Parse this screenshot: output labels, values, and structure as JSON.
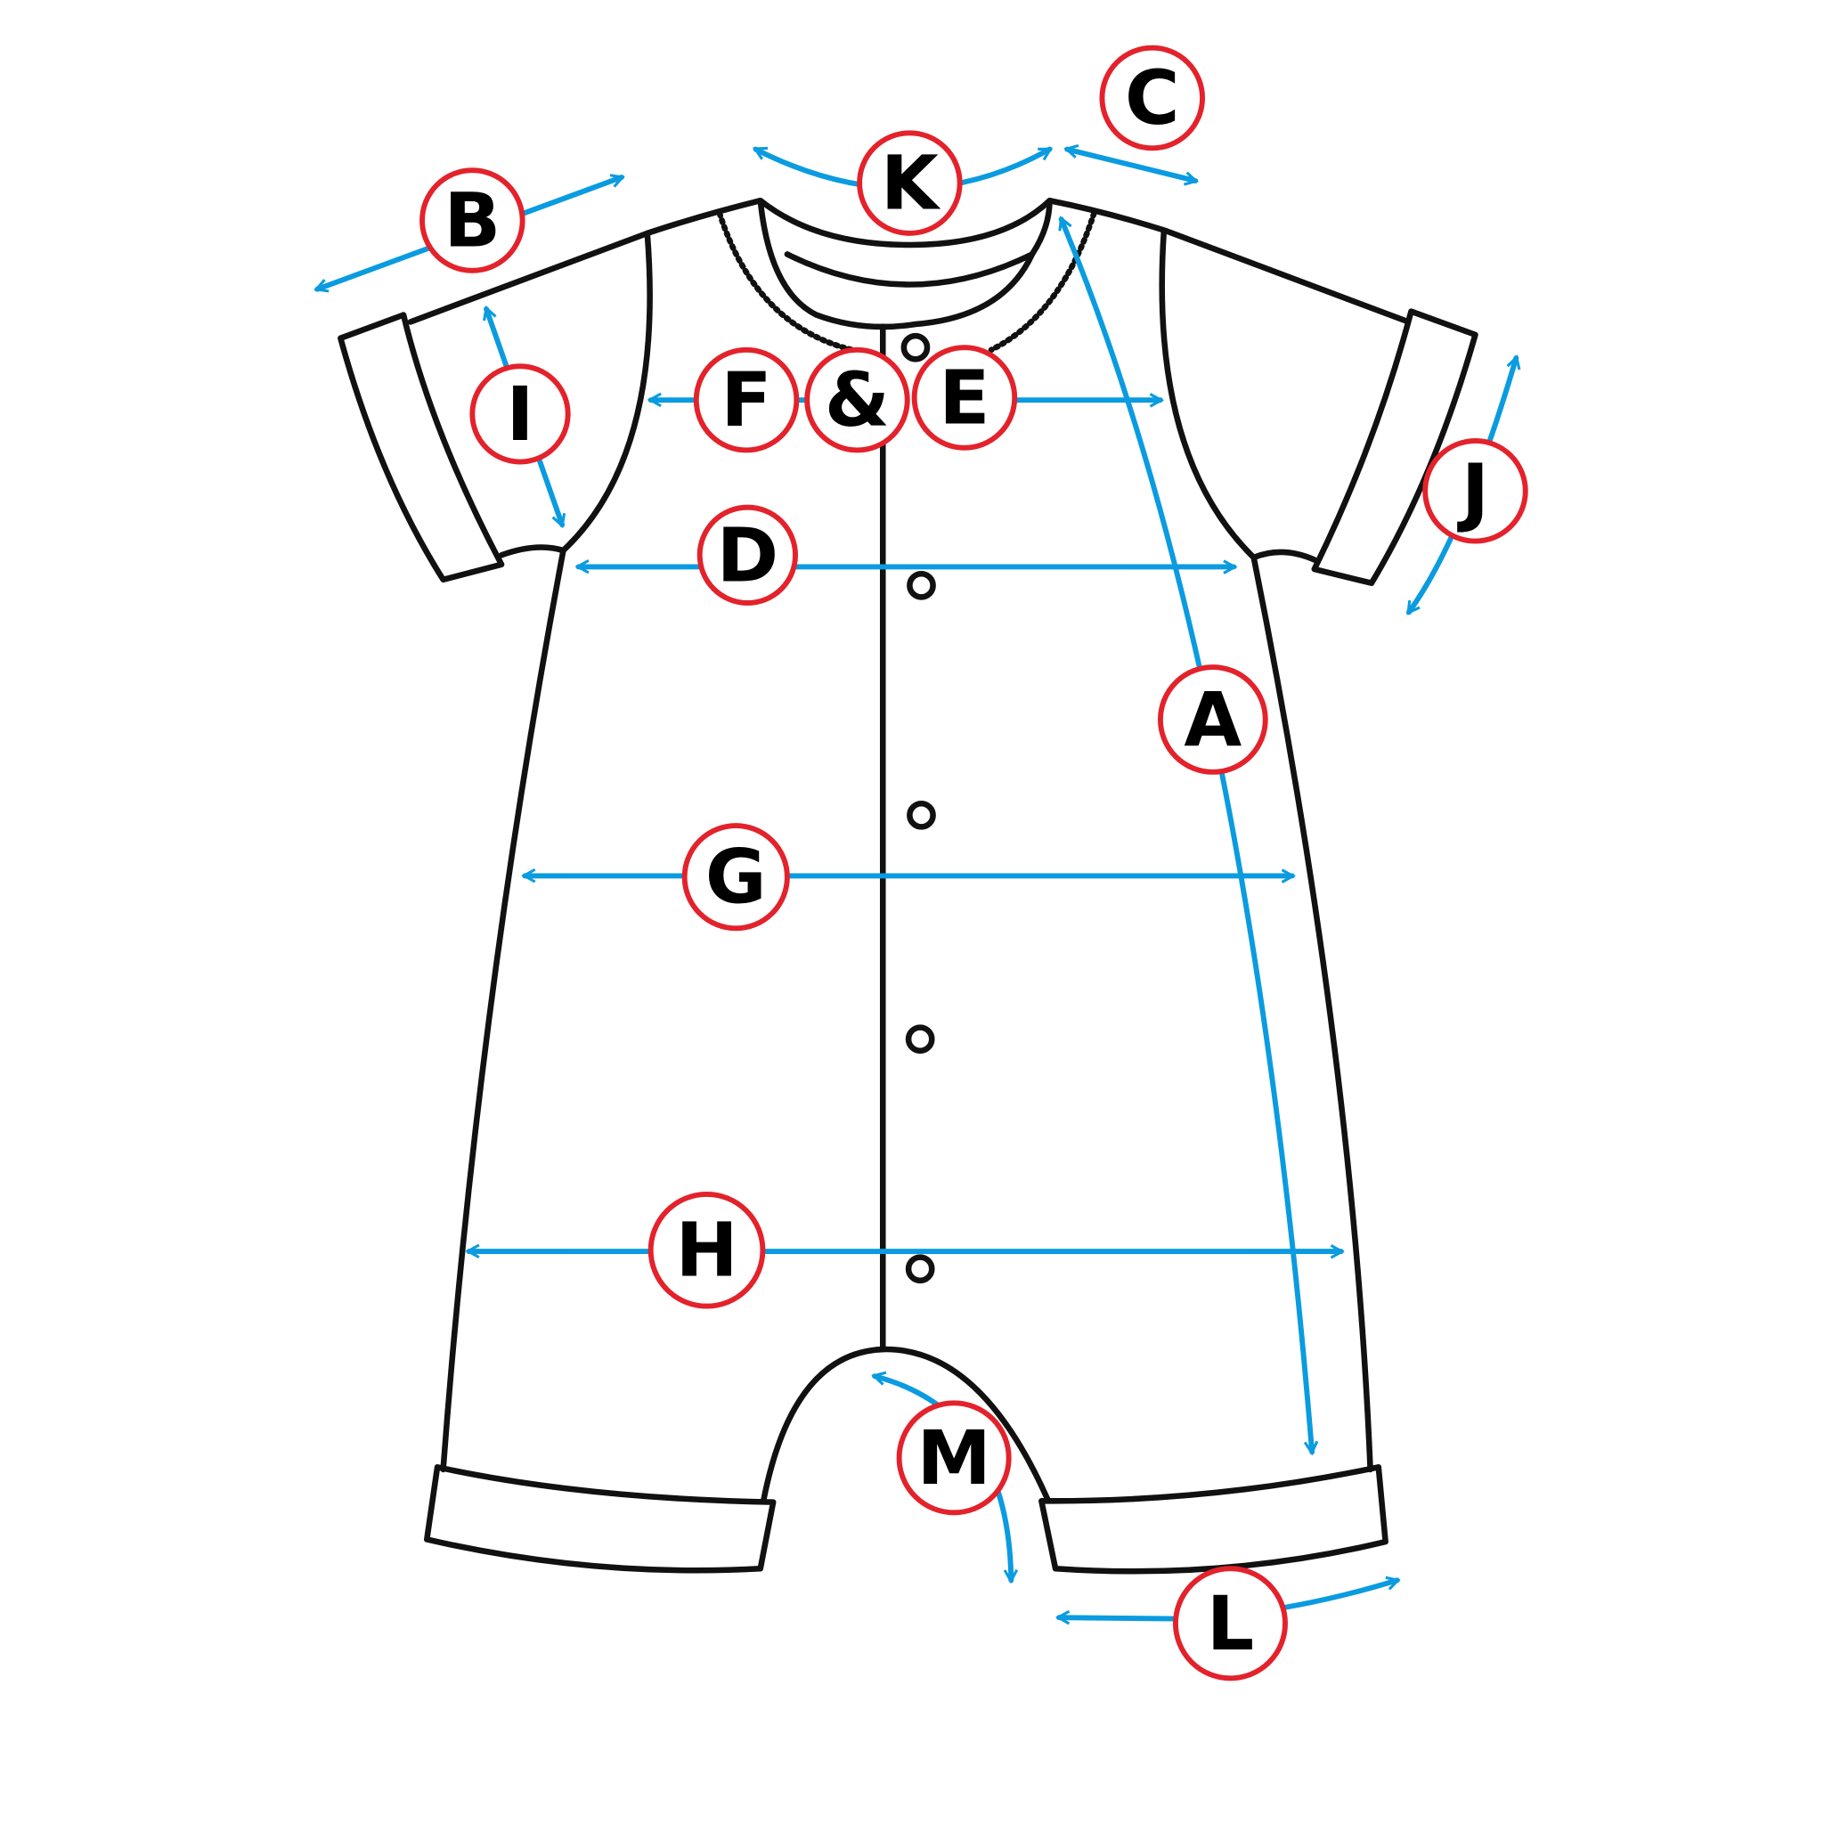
{
  "diagram": {
    "type": "garment measurement guide",
    "colors": {
      "arrow": "#0a9be0",
      "badge_ring": "#e3222b",
      "outline": "#111111"
    },
    "labels": {
      "A": "A",
      "B": "B",
      "C": "C",
      "D": "D",
      "E": "E",
      "F": "F",
      "amp": "&",
      "G": "G",
      "H": "H",
      "I": "I",
      "J": "J",
      "K": "K",
      "L": "L",
      "M": "M"
    }
  }
}
